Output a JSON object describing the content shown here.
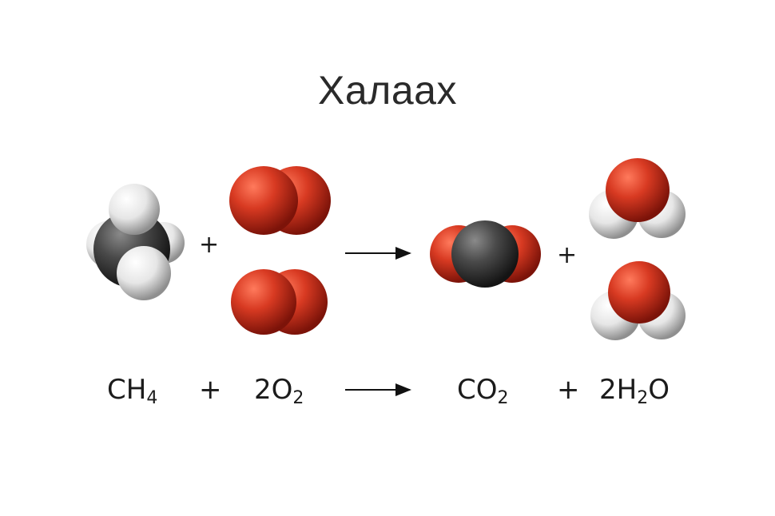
{
  "title": "Халаах",
  "operators": {
    "plus": "+"
  },
  "equation": {
    "methane": {
      "main": "CH",
      "sub": "4"
    },
    "oxygen": {
      "coef": "2",
      "main": "O",
      "sub": "2"
    },
    "carbon_dioxide": {
      "main": "CO",
      "sub": "2"
    },
    "water": {
      "coef": "2",
      "main": "H",
      "sub": "2",
      "tail": "O"
    }
  },
  "colors": {
    "oxygen_atom": "#d83a22",
    "carbon_atom": "#4a4a4a",
    "hydrogen_atom": "#f2f2f2",
    "text": "#1b1b1b"
  }
}
